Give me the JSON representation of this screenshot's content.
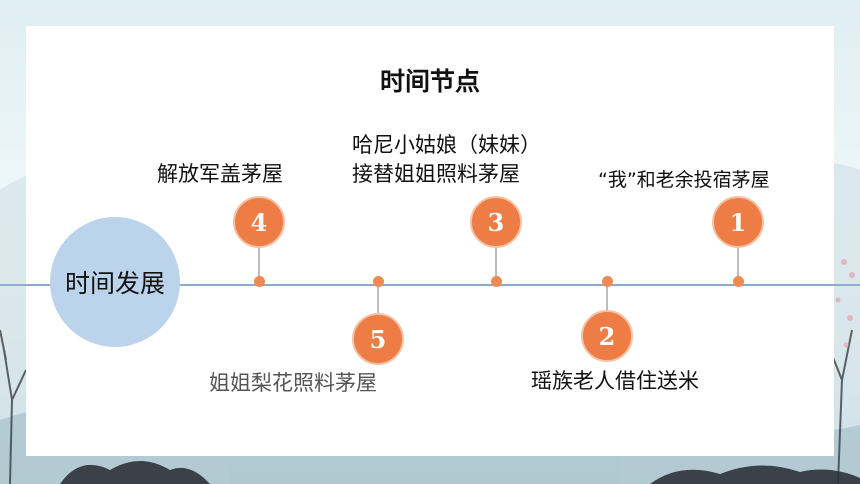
{
  "title": "时间节点",
  "center_label": "时间发展",
  "events": [
    {
      "number": "1",
      "label": "“我”和老余投宿茅屋"
    },
    {
      "number": "2",
      "label": "瑶族老人借住送米"
    },
    {
      "number": "3",
      "label_line1": "哈尼小姑娘（妹妹）",
      "label_line2": "接替姐姐照料茅屋"
    },
    {
      "number": "4",
      "label": "解放军盖茅屋"
    },
    {
      "number": "5",
      "label": "姐姐梨花照料茅屋"
    }
  ],
  "colors": {
    "node": "#ee7d45",
    "axis": "#8fa9cf",
    "center_circle": "#bcd3ec"
  }
}
